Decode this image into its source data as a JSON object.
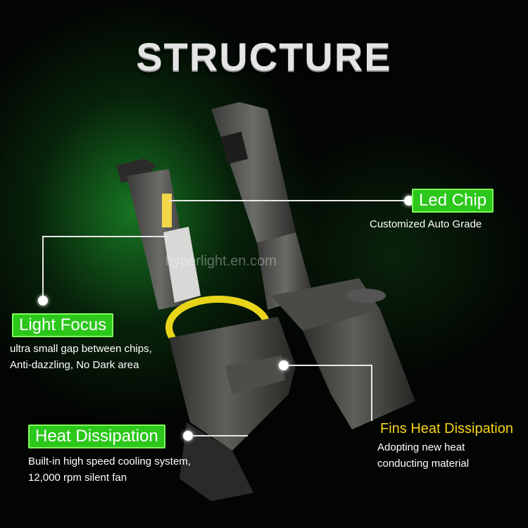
{
  "title": "STRUCTURE",
  "watermark": "hyperlight.en.com",
  "led_chip": {
    "label": "Led Chip",
    "desc": "Customized Auto Grade"
  },
  "light_focus": {
    "label": "Light Focus",
    "desc_lines": [
      "ultra small gap between chips,",
      "Anti-dazzling, No Dark area"
    ]
  },
  "heat_dissipation": {
    "label": "Heat Dissipation",
    "desc_lines": [
      "Built-in high speed cooling system,",
      "12,000 rpm silent fan"
    ]
  },
  "fins": {
    "label": "Fins Heat Dissipation",
    "desc_lines": [
      "Adopting new heat",
      "conducting material"
    ]
  },
  "colors": {
    "label_green": "#2cc71b",
    "fins_yellow": "#f7d21c",
    "ring_yellow": "#e8d51a"
  }
}
